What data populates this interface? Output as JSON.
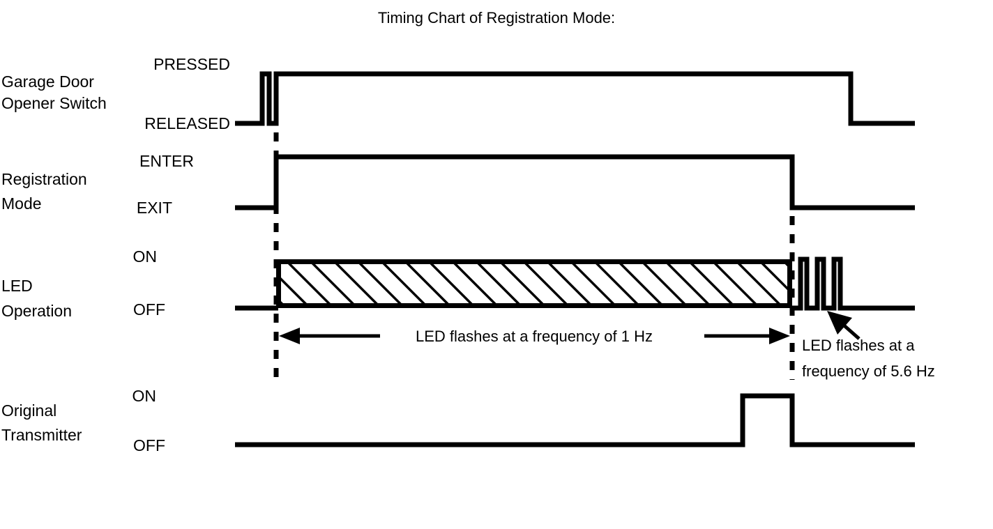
{
  "title": "Timing Chart of Registration Mode:",
  "colors": {
    "background": "#ffffff",
    "ink": "#000000"
  },
  "rows": [
    {
      "id": "garage-door-opener-switch",
      "name_line1": "Garage Door",
      "name_line2": "Opener Switch",
      "high_label": "PRESSED",
      "low_label": "RELEASED"
    },
    {
      "id": "registration-mode",
      "name_line1": "Registration",
      "name_line2": "Mode",
      "high_label": "ENTER",
      "low_label": "EXIT"
    },
    {
      "id": "led-operation",
      "name_line1": "LED",
      "name_line2": "Operation",
      "high_label": "ON",
      "low_label": "OFF"
    },
    {
      "id": "original-transmitter",
      "name_line1": "Original",
      "name_line2": "Transmitter",
      "high_label": "ON",
      "low_label": "OFF"
    }
  ],
  "annotations": {
    "slow_blink": "LED flashes at a frequency of 1 Hz",
    "fast_blink_line1": "LED flashes at a",
    "fast_blink_line2": "frequency of 5.6 Hz"
  },
  "chart_data": {
    "type": "line",
    "title": "Timing Chart of Registration Mode:",
    "xlabel": "",
    "ylabel": "",
    "x_axis": {
      "min": 337,
      "max": 1312,
      "unit": "time (arbitrary)",
      "ticks_shown": false
    },
    "grid": false,
    "legend": "none",
    "markers": [
      {
        "name": "registration-enter-marker",
        "x": 396,
        "y_top": 190,
        "y_bottom": 545,
        "style": "dashed-vertical"
      },
      {
        "name": "registration-exit-marker",
        "x": 1136,
        "y_top": 310,
        "y_bottom": 545,
        "style": "dashed-vertical"
      }
    ],
    "series": [
      {
        "name": "Garage Door Opener Switch",
        "levels": [
          "RELEASED",
          "PRESSED"
        ],
        "y_high": 106,
        "y_low": 177,
        "transitions": [
          {
            "x": 337,
            "state": "RELEASED"
          },
          {
            "x": 376,
            "state": "PRESSED"
          },
          {
            "x": 386,
            "state": "RELEASED"
          },
          {
            "x": 396,
            "state": "PRESSED"
          },
          {
            "x": 1220,
            "state": "RELEASED"
          },
          {
            "x": 1312,
            "state": "RELEASED"
          }
        ]
      },
      {
        "name": "Registration Mode",
        "levels": [
          "EXIT",
          "ENTER"
        ],
        "y_high": 225,
        "y_low": 298,
        "transitions": [
          {
            "x": 337,
            "state": "EXIT"
          },
          {
            "x": 396,
            "state": "ENTER"
          },
          {
            "x": 1136,
            "state": "EXIT"
          },
          {
            "x": 1312,
            "state": "EXIT"
          }
        ]
      },
      {
        "name": "LED Operation",
        "levels": [
          "OFF",
          "ON"
        ],
        "y_high": 372,
        "y_low": 442,
        "hatched_region": {
          "x_start": 396,
          "x_end": 1136,
          "frequency_hz": 1,
          "label": "LED flashes at a frequency of 1 Hz"
        },
        "fast_pulses": {
          "x_start": 1148,
          "x_end": 1222,
          "count": 3,
          "pulse_width": 9,
          "gap_width": 15,
          "frequency_hz": 5.6,
          "label": "LED flashes at a frequency of 5.6 Hz"
        },
        "transitions": [
          {
            "x": 337,
            "state": "OFF"
          },
          {
            "x": 396,
            "state": "HATCHED-ON"
          },
          {
            "x": 1136,
            "state": "OFF"
          },
          {
            "x": 1148,
            "state": "ON"
          },
          {
            "x": 1222,
            "state": "OFF"
          },
          {
            "x": 1312,
            "state": "OFF"
          }
        ]
      },
      {
        "name": "Original Transmitter",
        "levels": [
          "OFF",
          "ON"
        ],
        "y_high": 568,
        "y_low": 638,
        "transitions": [
          {
            "x": 337,
            "state": "OFF"
          },
          {
            "x": 1065,
            "state": "ON"
          },
          {
            "x": 1136,
            "state": "OFF"
          },
          {
            "x": 1312,
            "state": "OFF"
          }
        ]
      }
    ]
  }
}
